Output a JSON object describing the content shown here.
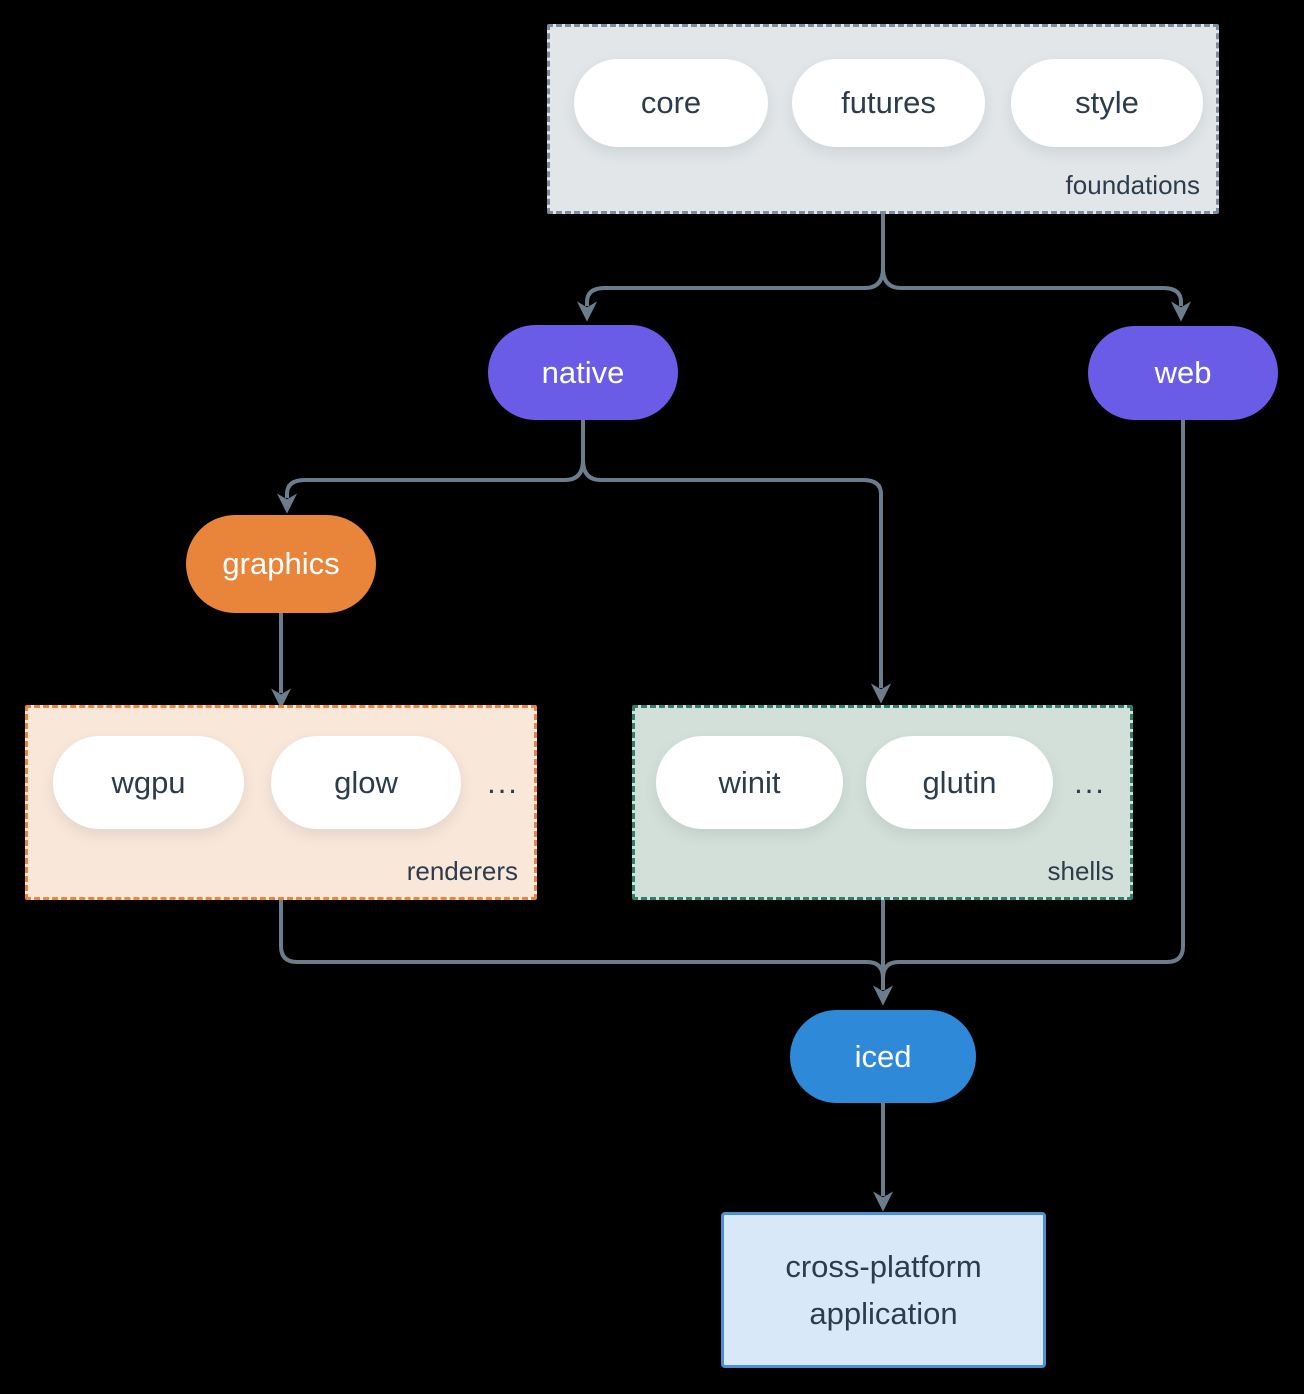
{
  "groups": {
    "foundations": {
      "label": "foundations",
      "items": [
        "core",
        "futures",
        "style"
      ]
    },
    "renderers": {
      "label": "renderers",
      "items": [
        "wgpu",
        "glow"
      ],
      "more": "..."
    },
    "shells": {
      "label": "shells",
      "items": [
        "winit",
        "glutin"
      ],
      "more": "..."
    }
  },
  "nodes": {
    "native": {
      "label": "native"
    },
    "web": {
      "label": "web"
    },
    "graphics": {
      "label": "graphics"
    },
    "iced": {
      "label": "iced"
    },
    "application": {
      "line1": "cross-platform",
      "line2": "application"
    }
  },
  "colors": {
    "background": "#000000",
    "connector": "#6b7c8d",
    "node_purple": "#6b5ce8",
    "node_orange": "#e8853b",
    "node_blue": "#2e89d9",
    "text_dark": "#2d3c4c",
    "foundations_fill": "#e2e6e9",
    "foundations_border": "#7d8da0",
    "renderers_fill": "#f9e7da",
    "renderers_border": "#e8873c",
    "shells_fill": "#d3e0d9",
    "shells_border": "#2f7f6c",
    "application_fill": "#d8e8f8",
    "application_border": "#4a90d9"
  }
}
